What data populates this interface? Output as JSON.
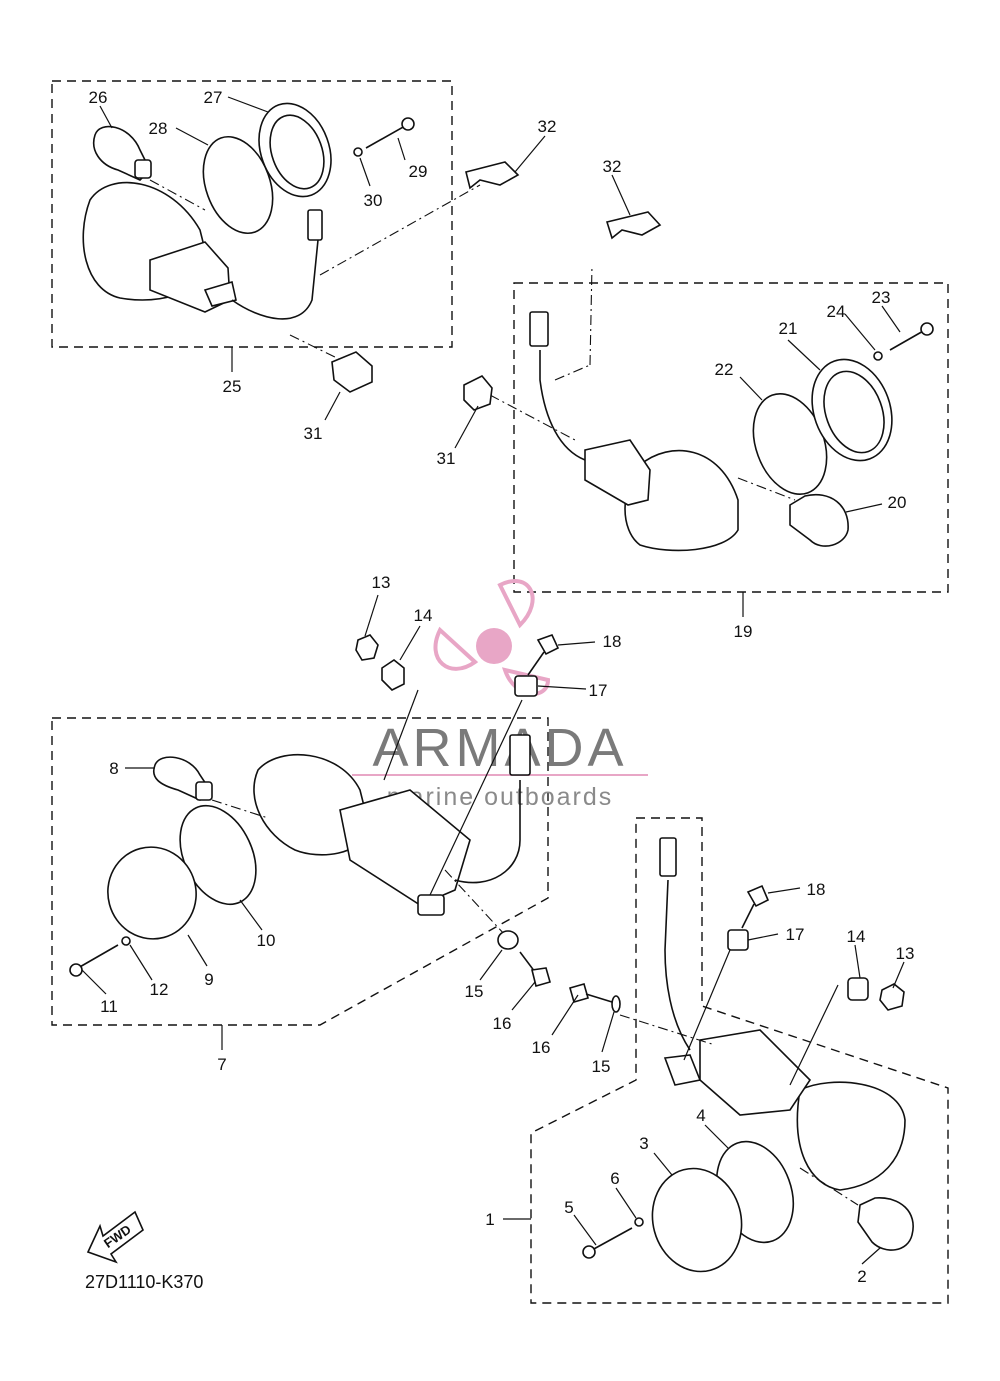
{
  "callouts": [
    {
      "n": "26"
    },
    {
      "n": "27"
    },
    {
      "n": "28"
    },
    {
      "n": "29"
    },
    {
      "n": "30"
    },
    {
      "n": "32"
    },
    {
      "n": "25"
    },
    {
      "n": "31"
    },
    {
      "n": "32"
    },
    {
      "n": "24"
    },
    {
      "n": "23"
    },
    {
      "n": "21"
    },
    {
      "n": "22"
    },
    {
      "n": "31"
    },
    {
      "n": "20"
    },
    {
      "n": "19"
    },
    {
      "n": "13"
    },
    {
      "n": "14"
    },
    {
      "n": "18"
    },
    {
      "n": "17"
    },
    {
      "n": "8"
    },
    {
      "n": "10"
    },
    {
      "n": "9"
    },
    {
      "n": "12"
    },
    {
      "n": "11"
    },
    {
      "n": "15"
    },
    {
      "n": "16"
    },
    {
      "n": "7"
    },
    {
      "n": "18"
    },
    {
      "n": "17"
    },
    {
      "n": "14"
    },
    {
      "n": "13"
    },
    {
      "n": "16"
    },
    {
      "n": "15"
    },
    {
      "n": "4"
    },
    {
      "n": "3"
    },
    {
      "n": "6"
    },
    {
      "n": "5"
    },
    {
      "n": "1"
    },
    {
      "n": "2"
    }
  ],
  "diagram_code": "27D1110-K370",
  "fwd_label": "FWD",
  "watermark": {
    "brand": "ARMADA",
    "tagline": "marine outboards",
    "brand_color": "#7a7a7a",
    "logo_color": "#e8a6c6"
  }
}
